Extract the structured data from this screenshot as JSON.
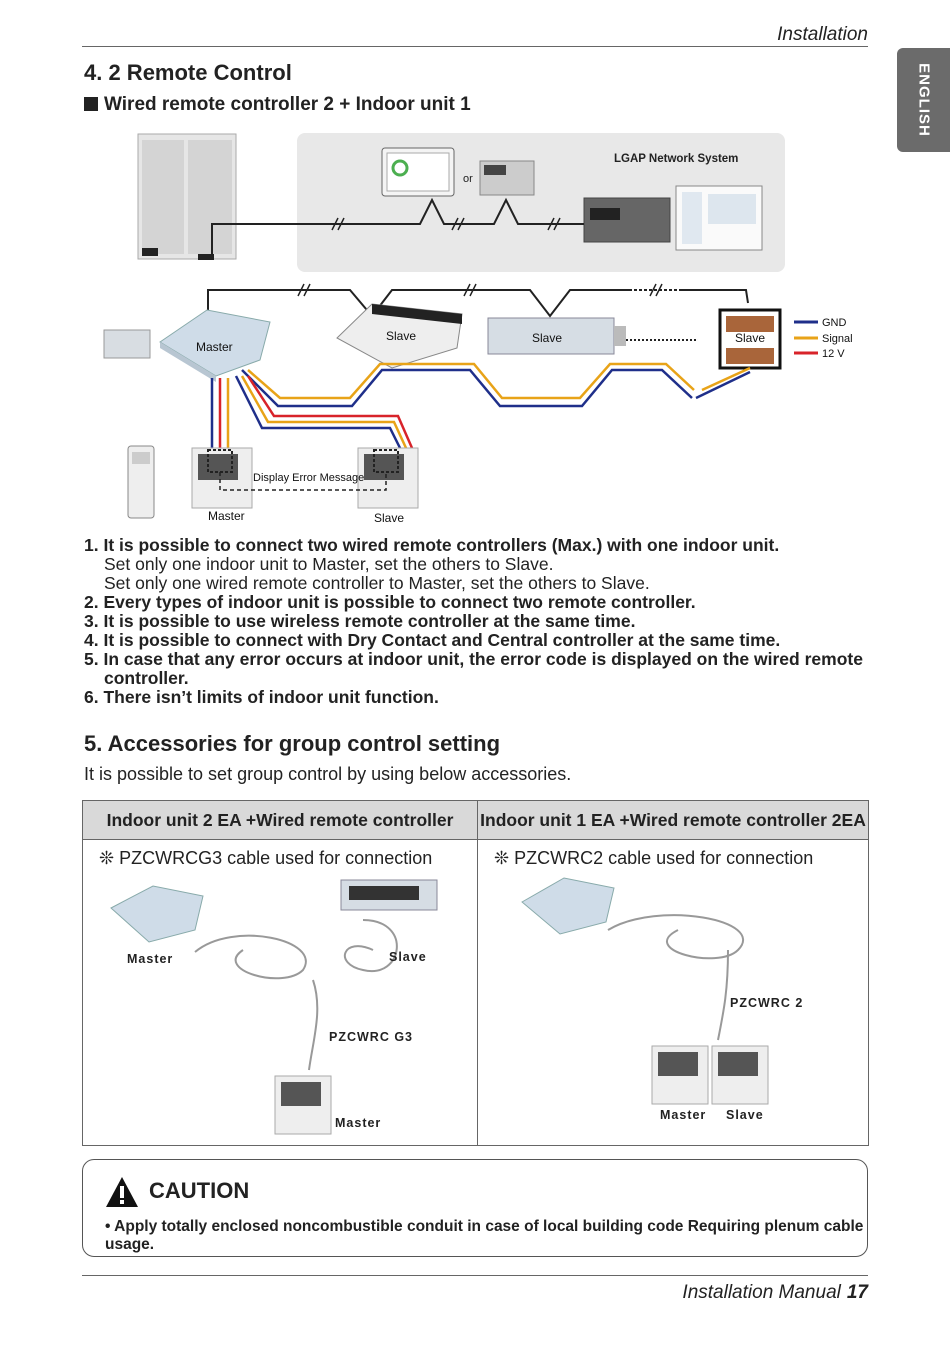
{
  "header": {
    "section": "Installation"
  },
  "language_tab": "ENGLISH",
  "section4": {
    "title": "4. 2 Remote Control",
    "subtitle": "Wired remote controller 2 + Indoor unit 1"
  },
  "diagram": {
    "network_label": "LGAP Network System",
    "or_label": "or",
    "unit_labels": [
      "Master",
      "Slave",
      "Slave",
      "Slave"
    ],
    "legend": [
      "GND",
      "Signal",
      "12 V"
    ],
    "legend_colors": [
      "#1f2f8a",
      "#e8a318",
      "#d8232a"
    ],
    "controller_labels": [
      "Master",
      "Slave"
    ],
    "error_message": "Display Error Message"
  },
  "notes": [
    {
      "text": "1. It is possible to connect two wired remote controllers (Max.) with one indoor unit.",
      "bold": true
    },
    {
      "text": "Set only one indoor unit to Master, set the others to Slave.",
      "bold": false
    },
    {
      "text": "Set only one wired remote controller to Master, set the others to Slave.",
      "bold": false
    },
    {
      "text": "2. Every types of indoor unit is possible to connect two remote controller.",
      "bold": true
    },
    {
      "text": "3. It is possible to use wireless remote controller at the same time.",
      "bold": true
    },
    {
      "text": "4. It is possible to connect with Dry Contact and Central controller at the same time.",
      "bold": true
    },
    {
      "text": "5. In case that any error occurs at indoor unit, the error code is displayed on the wired remote controller.",
      "bold": true
    },
    {
      "text": "6. There isn’t limits of indoor unit function.",
      "bold": true
    }
  ],
  "section5": {
    "title": "5. Accessories for group control setting",
    "intro": "It is possible to set group control by using below accessories."
  },
  "accessories_table": {
    "headers": [
      "Indoor unit 2 EA +Wired remote controller",
      "Indoor unit 1 EA +Wired remote controller 2EA"
    ],
    "left": {
      "note": "❊ PZCWRCG3 cable used for connection",
      "label_master": "Master",
      "label_slave": "Slave",
      "label_cable": "PZCWRC G3",
      "label_controller": "Master"
    },
    "right": {
      "note": "❊ PZCWRC2 cable used for connection",
      "label_cable": "PZCWRC 2",
      "label_master": "Master",
      "label_slave": "Slave"
    }
  },
  "caution": {
    "title": "CAUTION",
    "text": "• Apply totally enclosed noncombustible conduit in case of local building code Requiring plenum cable usage."
  },
  "footer": {
    "manual": "Installation Manual",
    "page": "17"
  }
}
